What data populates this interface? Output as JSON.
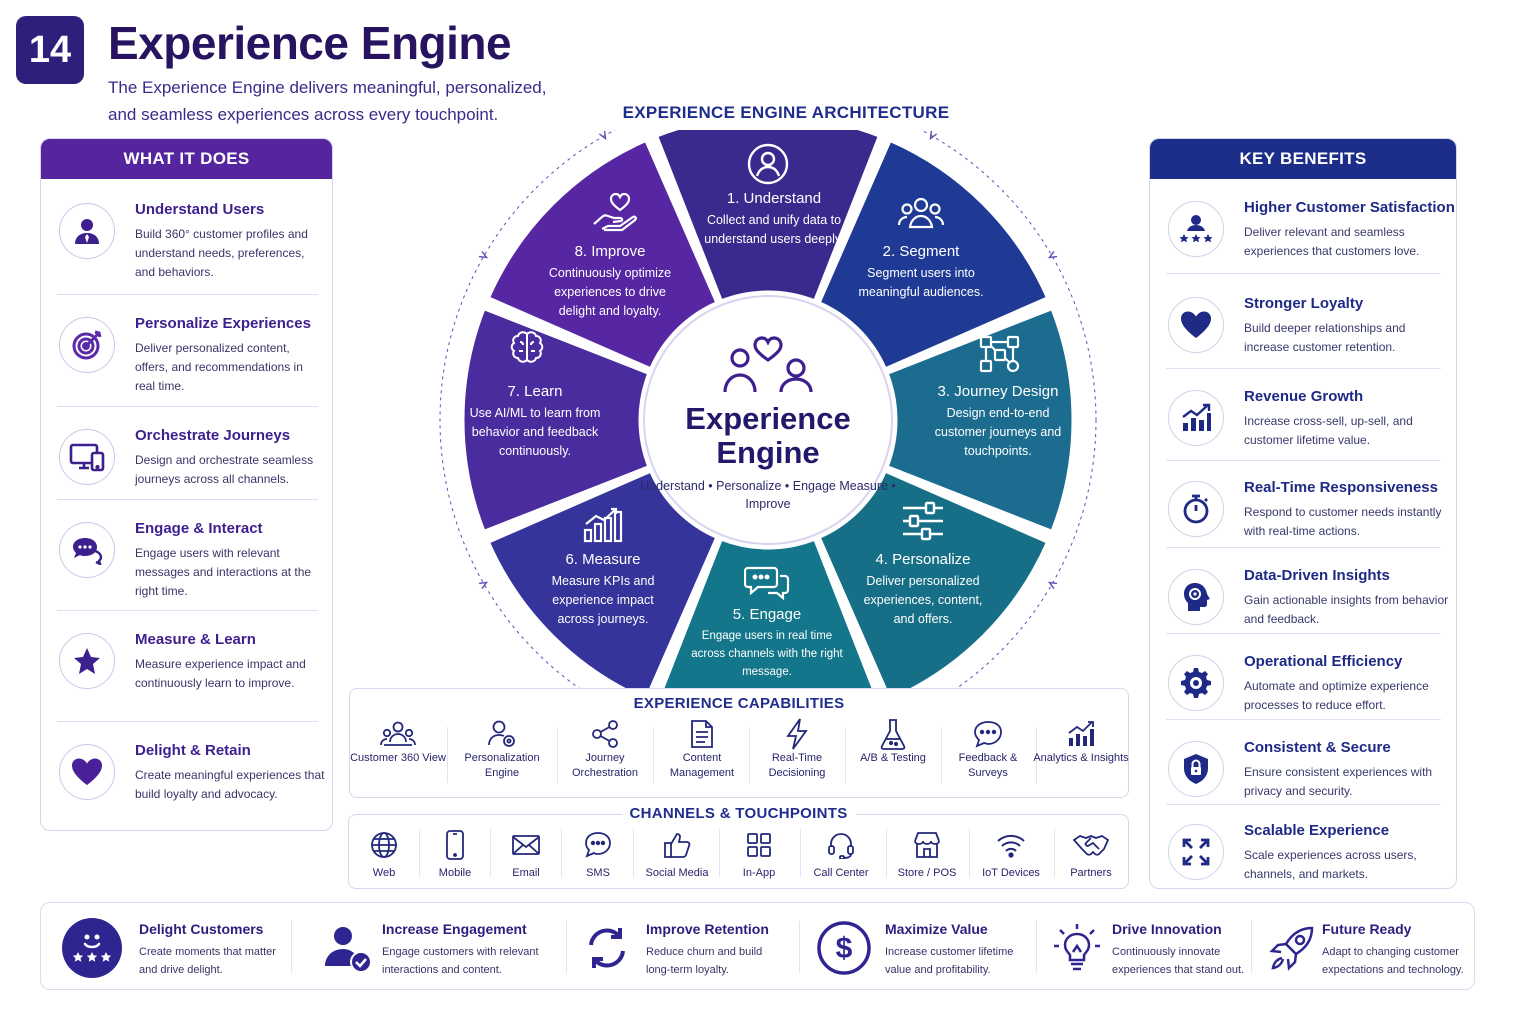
{
  "header": {
    "number": "14",
    "title": "Experience Engine",
    "subtitle": "The Experience Engine delivers meaningful, personalized, and seamless experiences across every touchpoint."
  },
  "what_it_does": {
    "heading": "WHAT IT DOES",
    "items": [
      {
        "title": "Understand Users",
        "desc": "Build 360° customer profiles and understand needs, preferences, and behaviors.",
        "icon": "user-icon"
      },
      {
        "title": "Personalize Experiences",
        "desc": "Deliver personalized content, offers, and recommendations in real time.",
        "icon": "target-icon"
      },
      {
        "title": "Orchestrate Journeys",
        "desc": "Design and orchestrate seamless journeys across all channels.",
        "icon": "devices-icon"
      },
      {
        "title": "Engage & Interact",
        "desc": "Engage users with relevant messages and interactions at the right time.",
        "icon": "chat-icon"
      },
      {
        "title": "Measure & Learn",
        "desc": "Measure experience impact and continuously learn to improve.",
        "icon": "star-icon"
      },
      {
        "title": "Delight & Retain",
        "desc": "Create meaningful experiences that build loyalty and advocacy.",
        "icon": "heart-icon"
      }
    ]
  },
  "architecture": {
    "title": "EXPERIENCE ENGINE ARCHITECTURE",
    "hub_title": "Experience Engine",
    "hub_subtitle": "Understand • Personalize • Engage Measure • Improve",
    "segments": [
      {
        "title": "1. Understand",
        "desc": "Collect and unify data to understand users deeply.",
        "color": "#3a2a8e",
        "icon": "user-circle-icon"
      },
      {
        "title": "2. Segment",
        "desc": "Segment users into meaningful audiences.",
        "color": "#1f3a94",
        "icon": "group-icon"
      },
      {
        "title": "3. Journey Design",
        "desc": "Design end-to-end customer journeys and touchpoints.",
        "color": "#1c6c8f",
        "icon": "network-icon"
      },
      {
        "title": "4. Personalize",
        "desc": "Deliver personalized experiences, content, and offers.",
        "color": "#166f86",
        "icon": "sliders-icon"
      },
      {
        "title": "5. Engage",
        "desc": "Engage users in real time across channels with the right message.",
        "color": "#13768a",
        "icon": "chat-icon"
      },
      {
        "title": "6. Measure",
        "desc": "Measure KPIs and experience impact across journeys.",
        "color": "#34349a",
        "icon": "bar-chart-icon"
      },
      {
        "title": "7. Learn",
        "desc": "Use AI/ML to learn from behavior and feedback continuously.",
        "color": "#4a2c9e",
        "icon": "brain-icon"
      },
      {
        "title": "8. Improve",
        "desc": "Continuously optimize experiences to drive delight and loyalty.",
        "color": "#5726a3",
        "icon": "hand-heart-icon"
      }
    ]
  },
  "capabilities": {
    "title": "EXPERIENCE CAPABILITIES",
    "items": [
      {
        "label": "Customer 360 View",
        "icon": "people-icon"
      },
      {
        "label": "Personalization Engine",
        "icon": "user-gear-icon"
      },
      {
        "label": "Journey Orchestration",
        "icon": "share-icon"
      },
      {
        "label": "Content Management",
        "icon": "document-icon"
      },
      {
        "label": "Real-Time Decisioning",
        "icon": "lightning-icon"
      },
      {
        "label": "A/B & Testing",
        "icon": "flask-icon"
      },
      {
        "label": "Feedback & Surveys",
        "icon": "comment-icon"
      },
      {
        "label": "Analytics & Insights",
        "icon": "analytics-icon"
      }
    ]
  },
  "channels": {
    "title": "CHANNELS & TOUCHPOINTS",
    "items": [
      {
        "label": "Web",
        "icon": "globe-icon"
      },
      {
        "label": "Mobile",
        "icon": "mobile-icon"
      },
      {
        "label": "Email",
        "icon": "email-icon"
      },
      {
        "label": "SMS",
        "icon": "sms-icon"
      },
      {
        "label": "Social Media",
        "icon": "thumbs-up-icon"
      },
      {
        "label": "In-App",
        "icon": "grid-icon"
      },
      {
        "label": "Call Center",
        "icon": "headset-icon"
      },
      {
        "label": "Store / POS",
        "icon": "store-icon"
      },
      {
        "label": "IoT Devices",
        "icon": "wifi-icon"
      },
      {
        "label": "Partners",
        "icon": "handshake-icon"
      }
    ]
  },
  "key_benefits": {
    "heading": "KEY BENEFITS",
    "items": [
      {
        "title": "Higher Customer Satisfaction",
        "desc": "Deliver relevant and seamless experiences that customers love.",
        "icon": "user-stars-icon"
      },
      {
        "title": "Stronger Loyalty",
        "desc": "Build deeper relationships and increase customer retention.",
        "icon": "heart-icon"
      },
      {
        "title": "Revenue Growth",
        "desc": "Increase cross-sell, up-sell, and customer lifetime value.",
        "icon": "growth-chart-icon"
      },
      {
        "title": "Real-Time Responsiveness",
        "desc": "Respond to customer needs instantly with real-time actions.",
        "icon": "stopwatch-icon"
      },
      {
        "title": "Data-Driven Insights",
        "desc": "Gain actionable insights from behavior and feedback.",
        "icon": "head-gear-icon"
      },
      {
        "title": "Operational Efficiency",
        "desc": "Automate and optimize experience processes to reduce effort.",
        "icon": "gear-icon"
      },
      {
        "title": "Consistent & Secure",
        "desc": "Ensure consistent experiences with privacy and security.",
        "icon": "shield-lock-icon"
      },
      {
        "title": "Scalable Experience",
        "desc": "Scale experiences across users, channels, and markets.",
        "icon": "expand-icon"
      }
    ]
  },
  "outcomes": [
    {
      "title": "Delight Customers",
      "desc": "Create moments that matter and drive delight.",
      "icon": "smile-stars-icon"
    },
    {
      "title": "Increase Engagement",
      "desc": "Engage customers with relevant interactions and content.",
      "icon": "user-check-icon"
    },
    {
      "title": "Improve Retention",
      "desc": "Reduce churn and build long-term loyalty.",
      "icon": "refresh-icon"
    },
    {
      "title": "Maximize Value",
      "desc": "Increase customer lifetime value and profitability.",
      "icon": "dollar-icon"
    },
    {
      "title": "Drive Innovation",
      "desc": "Continuously innovate experiences that stand out.",
      "icon": "lightbulb-icon"
    },
    {
      "title": "Future Ready",
      "desc": "Adapt to changing customer expectations and technology.",
      "icon": "rocket-icon"
    }
  ],
  "colors": {
    "purple": "#55259f",
    "navy": "#1d2e8a",
    "teal": "#13768a",
    "icon_purple": "#3d1f8e",
    "icon_navy": "#1e2a86"
  }
}
